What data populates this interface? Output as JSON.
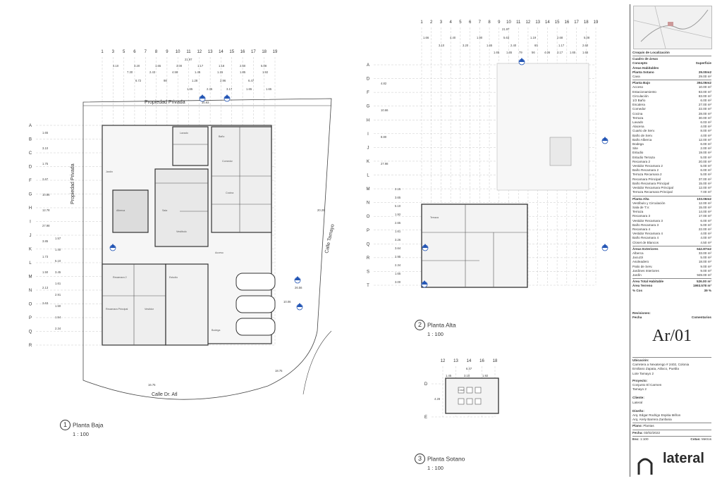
{
  "sheet": {
    "code": "Ar/01",
    "legend_header": "Croquis de Localización",
    "areas_title": "Cuadro de áreas",
    "areas_col_concept": "Concepto",
    "areas_col_surface": "Superficie",
    "areas_subtitle": "Áreas Habitables",
    "sections": [
      {
        "name": "Planta Sotano",
        "total": "29.00m2",
        "items": [
          [
            "Cava",
            "29.00 m²"
          ]
        ]
      },
      {
        "name": "Planta Bajo",
        "total": "394.06m2",
        "items": [
          [
            "Acceso",
            "10.00 m²"
          ],
          [
            "Estacionamiento",
            "83.00 m²"
          ],
          [
            "Circulación",
            "83.00 m²"
          ],
          [
            "1/2 Baño",
            "6.00 m²"
          ],
          [
            "Escalera",
            "27.00 m²"
          ],
          [
            "Comedor",
            "22.00 m²"
          ],
          [
            "Cocina",
            "28.00 m²"
          ],
          [
            "Terraza",
            "30.00 m²"
          ],
          [
            "Lavado",
            "6.03 m²"
          ],
          [
            "Alacena",
            "4.00 m²"
          ],
          [
            "Cuarto de Serv.",
            "8.00 m²"
          ],
          [
            "Baño de Serv.",
            "4.00 m²"
          ],
          [
            "Baño Alberca",
            "12.00 m²"
          ],
          [
            "Bodega",
            "6.00 m²"
          ],
          [
            "Site",
            "2.00 m²"
          ],
          [
            "Estudio",
            "19.00 m²"
          ],
          [
            "Estudio Terraza",
            "5.00 m²"
          ],
          [
            "Recamara 2",
            "20.00 m²"
          ],
          [
            "Vestidor Recamara 2",
            "5.00 m²"
          ],
          [
            "Baño Recamara 2",
            "6.00 m²"
          ],
          [
            "Terraza Recamara 2",
            "5.00 m²"
          ],
          [
            "Recamara Principal",
            "37.00 m²"
          ],
          [
            "Baño Recamara Principal",
            "15.00 m²"
          ],
          [
            "Vestidor Recamara Principal",
            "12.00 m²"
          ],
          [
            "Terraza Recamara Principal",
            "7.00 m²"
          ]
        ]
      },
      {
        "name": "Planta Alta",
        "total": "103.06m2",
        "items": [
          [
            "Vestíbulo y Circulación",
            "12.00 m²"
          ],
          [
            "Sala de T.V.",
            "15.00 m²"
          ],
          [
            "Terraza",
            "14.00 m²"
          ],
          [
            "Recamara 3",
            "17.00 m²"
          ],
          [
            "Vestidor Recamara 3",
            "6.00 m²"
          ],
          [
            "Baño Recamara 3",
            "5.00 m²"
          ],
          [
            "Recamara 4",
            "22.00 m²"
          ],
          [
            "Vestidor Recamara 4",
            "4.00 m²"
          ],
          [
            "Baño Recamara 4",
            "4.00 m²"
          ],
          [
            "Closet de Blancos",
            "4.50 m²"
          ]
        ]
      },
      {
        "name": "Áreas Exteriores",
        "total": "642.87m2",
        "items": [
          [
            "Alberca",
            "33.00 m²"
          ],
          [
            "Jacuzzi",
            "5.00 m²"
          ],
          [
            "Asoleadero",
            "18.00 m²"
          ],
          [
            "Patio de Serv.",
            "9.00 m²"
          ],
          [
            "Jardines Interiores",
            "9.00 m²"
          ],
          [
            "Jardín",
            "949.00 m²"
          ]
        ]
      }
    ],
    "totals": [
      [
        "Área Total Habitable",
        "526.00 m²"
      ],
      [
        "Área Terreno",
        "1993.578 m²"
      ],
      [
        "% Cos",
        "39 %"
      ]
    ],
    "revisions_title": "Revisiones:",
    "revisions_col_date": "Fecha",
    "revisions_col_comments": "Comentarios",
    "location_label": "Ubicación:",
    "location_text": [
      "Carretera a Nexatengo # 2402, Colonia",
      "Emiliano Zapata, Atlixco, Puebla",
      "Lote Tamayo 2"
    ],
    "project_label": "Proyecto:",
    "project_text": [
      "Conjunto El Carmen",
      "Tamayo 2"
    ],
    "client_label": "Cliente:",
    "client_text": "Lateral",
    "designers_label": "Diseño:",
    "designers": [
      "Arq. Edgar Rodrigo Espitia Miñon",
      "Arq. Arely Barrera Zanfania"
    ],
    "plan_label": "Plano:",
    "plan_value": "Plantas",
    "date_label": "Fecha:",
    "date_value": "03/02/2022",
    "scale_label": "Esc:",
    "scale_value": "1:100",
    "units_label": "Cotas:",
    "units_value": "Metros",
    "brand": "lateral"
  },
  "plans": [
    {
      "num": "1",
      "name": "Planta Baja",
      "scale": "1 : 100"
    },
    {
      "num": "2",
      "name": "Planta Alta",
      "scale": "1 : 100"
    },
    {
      "num": "3",
      "name": "Planta Sotano",
      "scale": "1 : 100"
    }
  ],
  "labels": {
    "prop_top": "Propiedad Privada",
    "prop_left": "Propiedad Privada",
    "street_right": "Calle Tamayo",
    "street_bottom": "Calle Dr. Atl"
  },
  "grid": {
    "baja_cols": [
      "1",
      "3",
      "5",
      "6",
      "7",
      "8",
      "9",
      "10",
      "11",
      "12",
      "13",
      "14",
      "15",
      "16",
      "17",
      "18",
      "19"
    ],
    "baja_rows": [
      "A",
      "B",
      "C",
      "D",
      "F",
      "G",
      "H",
      "I",
      "J",
      "K",
      "L",
      "M",
      "N",
      "O",
      "P",
      "Q",
      "R"
    ],
    "alta_cols": [
      "1",
      "2",
      "3",
      "4",
      "5",
      "6",
      "7",
      "8",
      "9",
      "10",
      "11",
      "12",
      "13",
      "14",
      "15",
      "16",
      "17",
      "18",
      "19"
    ],
    "alta_rows": [
      "A",
      "D",
      "F",
      "G",
      "H",
      "I",
      "J",
      "K",
      "L",
      "M",
      "N",
      "O",
      "P",
      "Q",
      "R",
      "S",
      "T"
    ],
    "sot_cols": [
      "12",
      "13",
      "14",
      "16",
      "18"
    ],
    "sot_rows": [
      "D",
      "E"
    ]
  },
  "dims": {
    "baja_top": [
      "21.97",
      "4.10",
      "3.20",
      "1.65",
      "3.00",
      "1.17",
      "1.18",
      "2.60",
      "5.08",
      "7.30",
      "2.43",
      "4.58",
      "1.45",
      "1.15",
      "1.85",
      "1.92",
      "6.72",
      "98",
      "1.28",
      "2.96",
      "6.47",
      "1.65",
      "2.35",
      "3.17",
      "1.65",
      "1.65",
      "30.93"
    ],
    "baja_left": [
      "1.65",
      "3.10",
      "1.75",
      "2.67",
      "10.86",
      "12.78",
      "27.98",
      "3.85",
      "1.73",
      "1.50",
      "2.13",
      "2.63",
      "1.57",
      "1.40",
      "5.10",
      "3.45",
      "1.61",
      "2.91",
      "1.50",
      "1.54",
      "2.34"
    ],
    "alta_top": [
      "21.97",
      "1.66",
      "4.40",
      "1.90",
      "5.63",
      "1.19",
      "2.68",
      "5.08",
      "3.10",
      "3.20",
      "1.65",
      "2.40",
      "60",
      "1.17",
      "2.60",
      "1.65",
      "1.65",
      "79",
      "56",
      "4.06",
      "3.17",
      "1.65",
      "1.65"
    ],
    "alta_left": [
      "4.82",
      "10.66",
      "8.80",
      "27.98",
      "2.15",
      "3.65",
      "5.10",
      "1.92",
      "2.65",
      "1.61",
      "3.26",
      "3.64",
      "2.95",
      "2.34",
      "1.65",
      "3.00"
    ],
    "sot_top": [
      "6.47",
      "1.45",
      "3.10",
      "1.92"
    ],
    "sot_side": [
      "4.28"
    ],
    "misc": [
      "16.75",
      "18.75",
      "20.25",
      "10.06",
      "26.56"
    ]
  },
  "rooms": [
    "Recamara 2",
    "Estudio",
    "Vestibulo",
    "Sala",
    "Comedor",
    "Cocina",
    "Lavado",
    "Baño",
    "Acceso",
    "Bodega",
    "Jardín",
    "Alberca",
    "Recamara Principal",
    "Vestidor",
    "Terraza",
    "Cava"
  ]
}
